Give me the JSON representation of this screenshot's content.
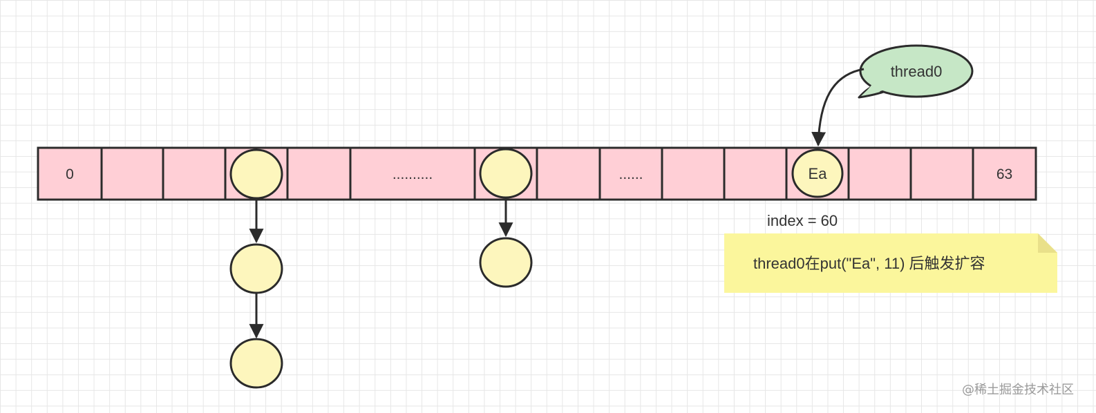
{
  "array": {
    "cells": [
      {
        "label": "0",
        "node": false
      },
      {
        "label": "",
        "node": false
      },
      {
        "label": "",
        "node": false
      },
      {
        "label": "",
        "node": true
      },
      {
        "label": "",
        "node": false
      },
      {
        "label": "..........",
        "node": false
      },
      {
        "label": "",
        "node": true
      },
      {
        "label": "",
        "node": false
      },
      {
        "label": "......",
        "node": false
      },
      {
        "label": "",
        "node": false
      },
      {
        "label": "",
        "node": false
      },
      {
        "label": "",
        "node": true
      },
      {
        "label": "",
        "node": false
      },
      {
        "label": "",
        "node": false
      },
      {
        "label": "63",
        "node": false
      }
    ]
  },
  "ea_node": {
    "label": "Ea"
  },
  "thread_bubble": {
    "label": "thread0"
  },
  "index_label": "index = 60",
  "note": {
    "text": "thread0在put(\"Ea\", 11) 后触发扩容"
  },
  "watermark": "@稀土掘金技术社区",
  "colors": {
    "cell_fill": "#ffcfd6",
    "node_fill": "#fdf6bd",
    "bubble_fill": "#c6e7c6",
    "note_fill": "#fbf69c",
    "stroke": "#2b2b2b"
  }
}
